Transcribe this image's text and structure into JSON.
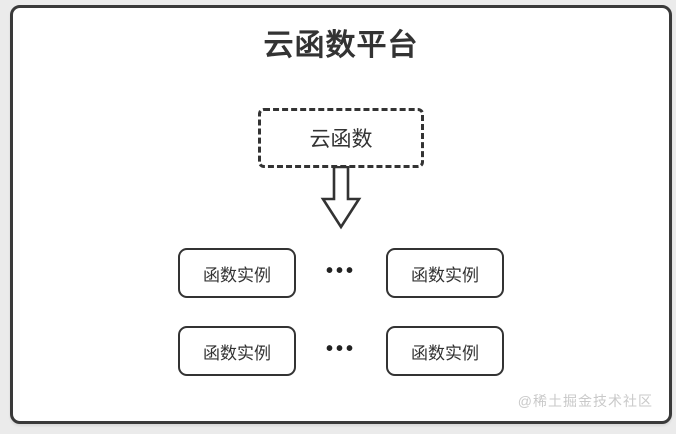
{
  "page": {
    "background_color": "#ebebeb",
    "canvas_color": "#ffffff",
    "frame_border_color": "#3a3a3a"
  },
  "diagram": {
    "title": "云函数平台",
    "source_node": {
      "label": "云函数",
      "border_style": "dashed"
    },
    "arrow_icon": "down-block-arrow",
    "rows": [
      {
        "boxes": [
          "函数实例",
          "函数实例"
        ],
        "separator": "•••"
      },
      {
        "boxes": [
          "函数实例",
          "函数实例"
        ],
        "separator": "•••"
      }
    ],
    "watermark": "@稀土掘金技术社区",
    "colors": {
      "line": "#333333",
      "watermark": "#c9c9c9"
    }
  }
}
